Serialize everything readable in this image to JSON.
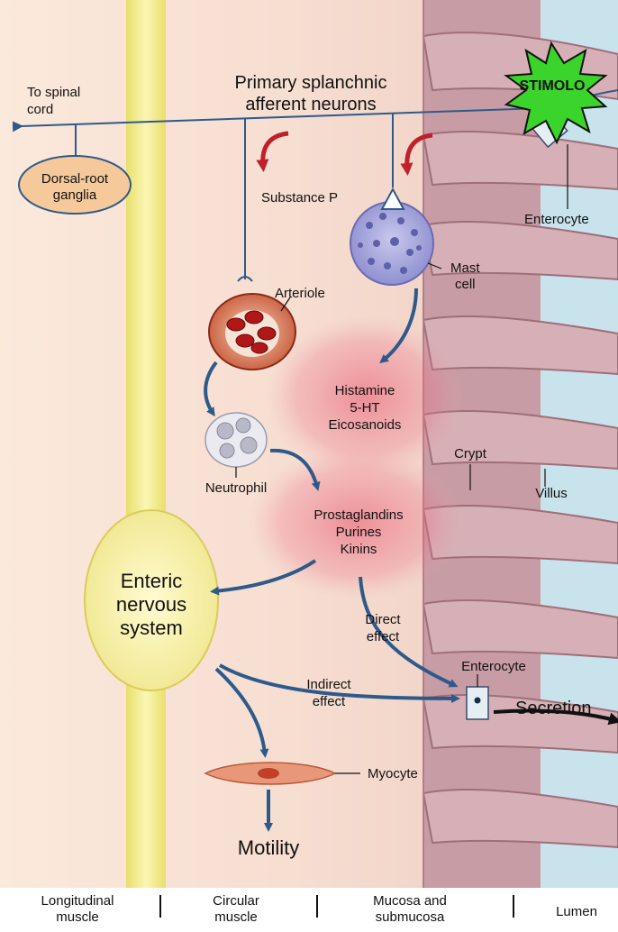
{
  "labels": {
    "to_spinal_l1": "To spinal",
    "to_spinal_l2": "cord",
    "primary_l1": "Primary splanchnic",
    "primary_l2": "afferent neurons",
    "stimolo": "STIMOLO",
    "dorsal_l1": "Dorsal-root",
    "dorsal_l2": "ganglia",
    "substance_p": "Substance P",
    "enterocyte_top": "Enterocyte",
    "mast_l1": "Mast",
    "mast_l2": "cell",
    "arteriole": "Arteriole",
    "histamine": "Histamine",
    "five_ht": "5-HT",
    "eicosanoids": "Eicosanoids",
    "crypt": "Crypt",
    "villus": "Villus",
    "neutrophil": "Neutrophil",
    "prostaglandins": "Prostaglandins",
    "purines": "Purines",
    "kinins": "Kinins",
    "ens_l1": "Enteric",
    "ens_l2": "nervous",
    "ens_l3": "system",
    "direct_l1": "Direct",
    "direct_l2": "effect",
    "enterocyte_bottom": "Enterocyte",
    "indirect_l1": "Indirect",
    "indirect_l2": "effect",
    "secretion": "Secretion",
    "myocyte": "Myocyte",
    "motility": "Motility"
  },
  "layers": {
    "longitudinal_l1": "Longitudinal",
    "longitudinal_l2": "muscle",
    "circular_l1": "Circular",
    "circular_l2": "muscle",
    "mucosa_l1": "Mucosa and",
    "mucosa_l2": "submucosa",
    "lumen": "Lumen"
  },
  "colors": {
    "nerve": "#f2ec8a",
    "ganglion": "#faf5a8",
    "mucosa": "#cfa2a8",
    "lumen": "#c9e3ec",
    "arrow_blue": "#2e5a8a",
    "arrow_red": "#c0202b",
    "stimolo": "#3bd42a",
    "mediator_cloud": "#e8506a"
  }
}
